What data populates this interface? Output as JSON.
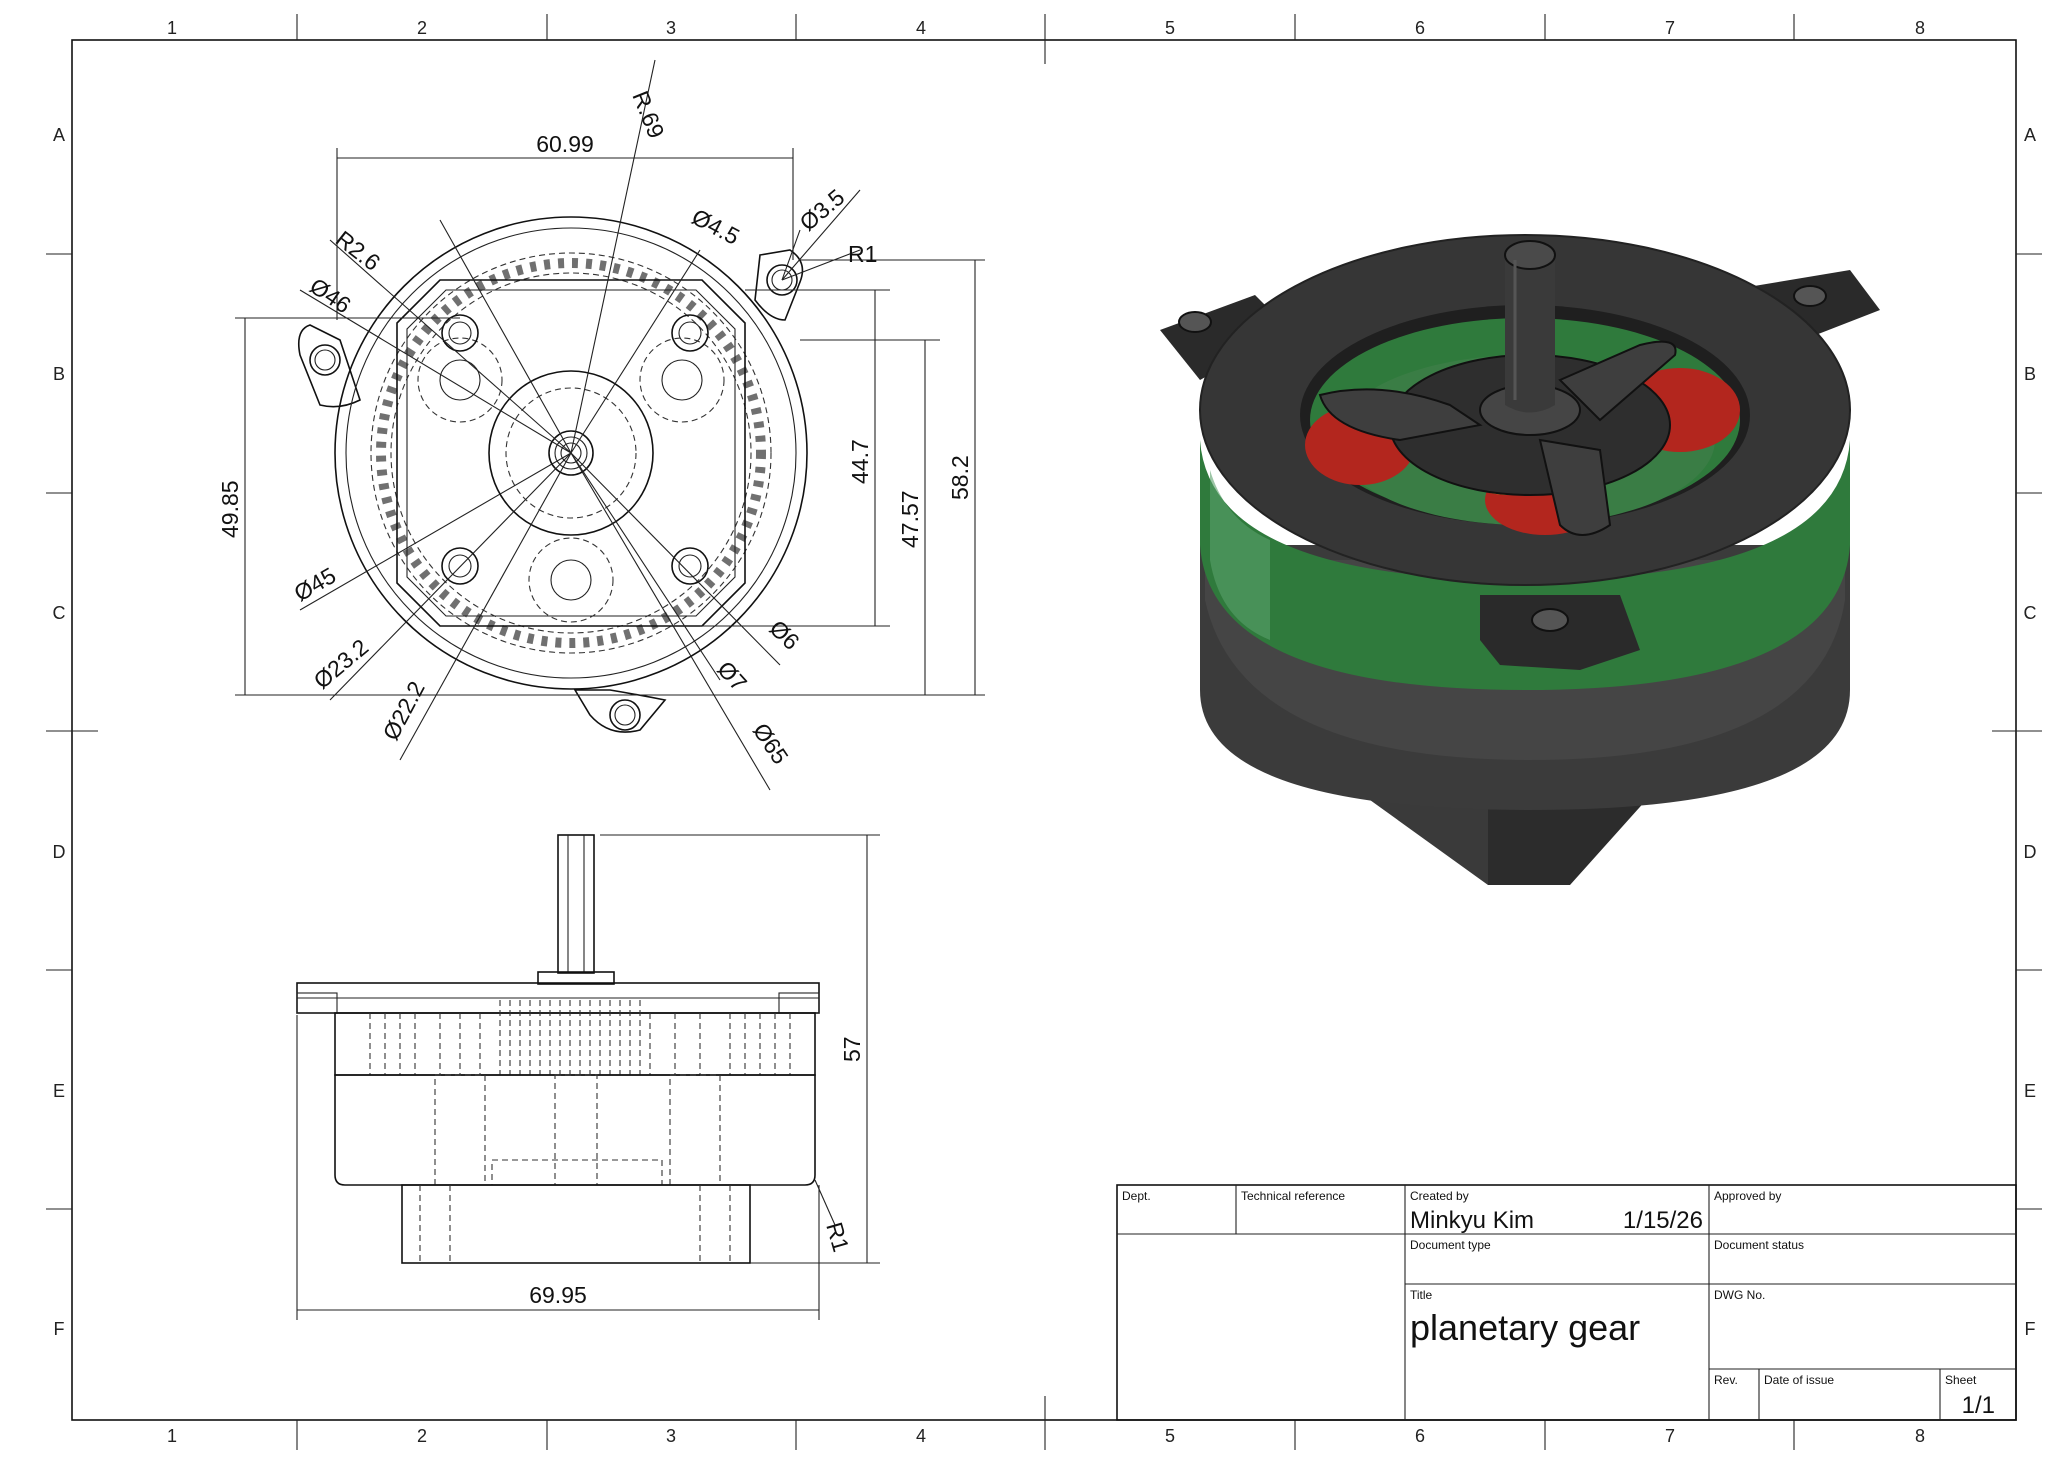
{
  "sheet": {
    "zones_columns": [
      "1",
      "2",
      "3",
      "4",
      "5",
      "6",
      "7",
      "8"
    ],
    "zones_rows": [
      "A",
      "B",
      "C",
      "D",
      "E",
      "F"
    ]
  },
  "top_view_dims": {
    "d1": "60.99",
    "d2": "R.69",
    "d3": "Ø4.5",
    "d4": "Ø3.5",
    "d5": "R1",
    "d6": "R2.6",
    "d7": "Ø46",
    "d8": "49.85",
    "d9": "44.7",
    "d10": "47.57",
    "d11": "58.2",
    "d12": "Ø45",
    "d13": "Ø23.2",
    "d14": "Ø22.2",
    "d15": "Ø6",
    "d16": "Ø7",
    "d17": "Ø65"
  },
  "side_view_dims": {
    "d1": "57",
    "d2": "R1",
    "d3": "69.95"
  },
  "title_block": {
    "dept_label": "Dept.",
    "tech_ref_label": "Technical reference",
    "created_by_label": "Created by",
    "created_by": "Minkyu Kim",
    "date": "1/15/26",
    "approved_by_label": "Approved by",
    "doc_type_label": "Document type",
    "doc_status_label": "Document status",
    "title_label": "Title",
    "title": "planetary gear",
    "dwg_label": "DWG No.",
    "rev_label": "Rev.",
    "date_issue_label": "Date of issue",
    "sheet_label": "Sheet",
    "sheet": "1/1"
  },
  "colors": {
    "housing_dark": "#3a3a3a",
    "ring_green": "#2f7a3c",
    "gear_red": "#b3261e",
    "sun_yellow": "#e8a523"
  }
}
